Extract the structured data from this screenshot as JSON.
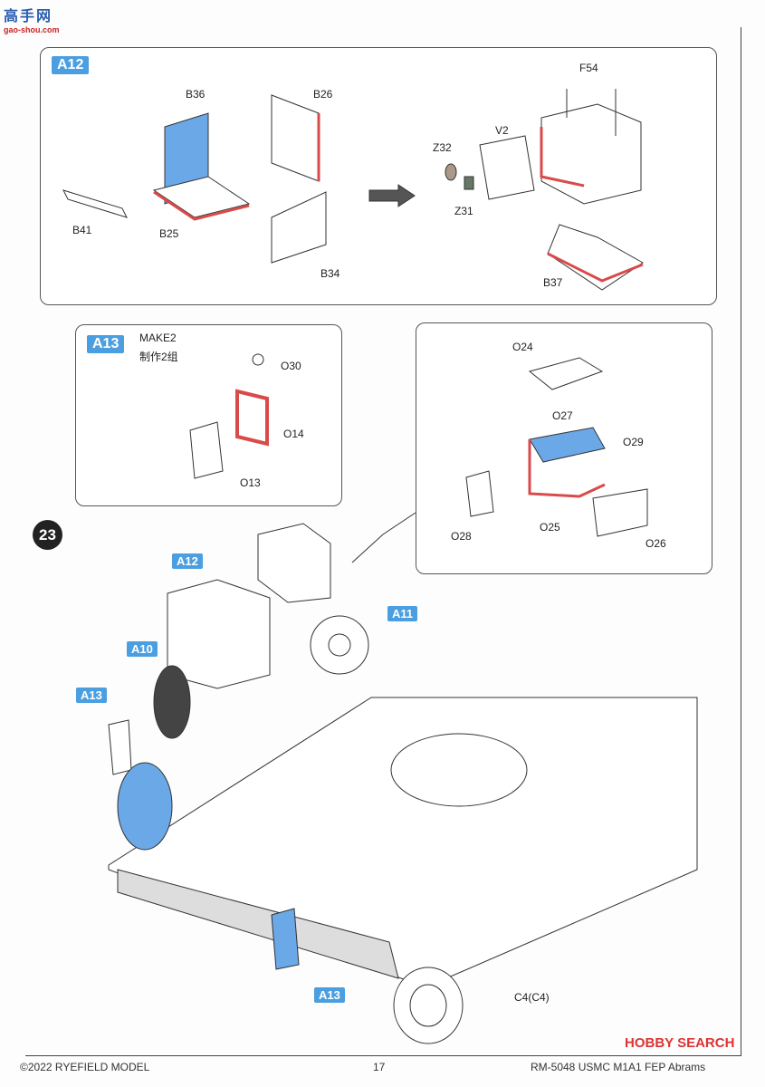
{
  "header_logo": {
    "chinese": "高手网",
    "url_text": "gao-shou.com"
  },
  "step_number": "23",
  "panel_a12": {
    "tag": "A12",
    "labels": [
      "B36",
      "B26",
      "B41",
      "B25",
      "B34",
      "F54",
      "Z32",
      "V2",
      "Z31",
      "B37"
    ]
  },
  "panel_a13": {
    "tag": "A13",
    "note_en": "MAKE2",
    "note_cn": "制作2组",
    "labels": [
      "O30",
      "O14",
      "O13"
    ]
  },
  "panel_o": {
    "labels": [
      "O24",
      "O27",
      "O29",
      "O28",
      "O25",
      "O26"
    ]
  },
  "main": {
    "tags": [
      "A12",
      "A11",
      "A10",
      "A13",
      "A13"
    ],
    "wheel_label": "C4(C4)"
  },
  "colors": {
    "accent_blue": "#4b9fe0",
    "part_red": "#d94a4a",
    "part_fill_blue": "#6aa8e8"
  },
  "footer": {
    "copyright": "©2022 RYEFIELD MODEL",
    "page_number": "17",
    "kit_title": "RM-5048 USMC M1A1 FEP Abrams",
    "watermark": "HOBBY SEARCH"
  }
}
